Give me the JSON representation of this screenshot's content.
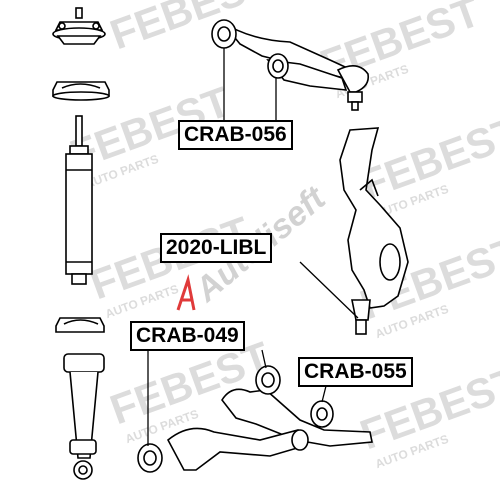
{
  "parts": [
    {
      "id": "crab-056",
      "code": "CRAB-056"
    },
    {
      "id": "2020-libl",
      "code": "2020-LIBL"
    },
    {
      "id": "crab-049",
      "code": "CRAB-049"
    },
    {
      "id": "crab-055",
      "code": "CRAB-055"
    }
  ],
  "watermark": {
    "brand": "FEBEST",
    "tagline": "AUTO PARTS",
    "overlay": "Autoliseft"
  },
  "colors": {
    "line": "#000000",
    "watermark": "#cfcfcf",
    "overlay": "#c8c8c8",
    "overlay_accent": "#e03a3a"
  }
}
